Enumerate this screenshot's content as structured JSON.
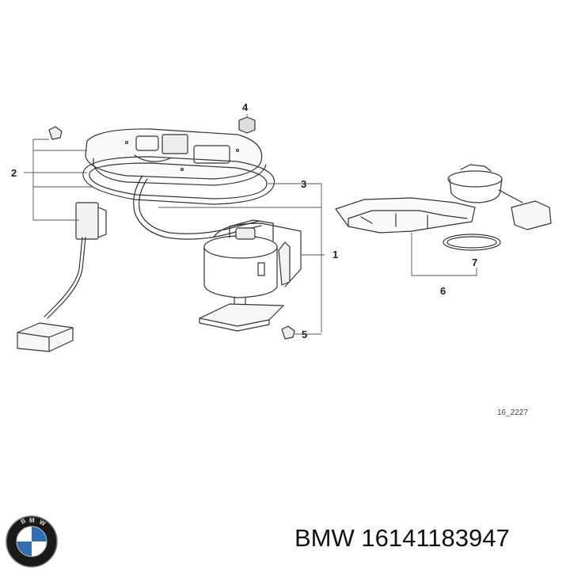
{
  "diagram": {
    "callouts": [
      "1",
      "2",
      "3",
      "4",
      "5",
      "6",
      "7"
    ],
    "reference": "16_2227"
  },
  "logo": {
    "lettering": "BMW",
    "icon": "bmw-roundel-icon"
  },
  "caption": {
    "brand": "BMW",
    "part_number": "16141183947"
  },
  "colors": {
    "line": "#333333",
    "logo_blue": "#2f6fb2",
    "logo_ring": "#1a1a1a"
  }
}
